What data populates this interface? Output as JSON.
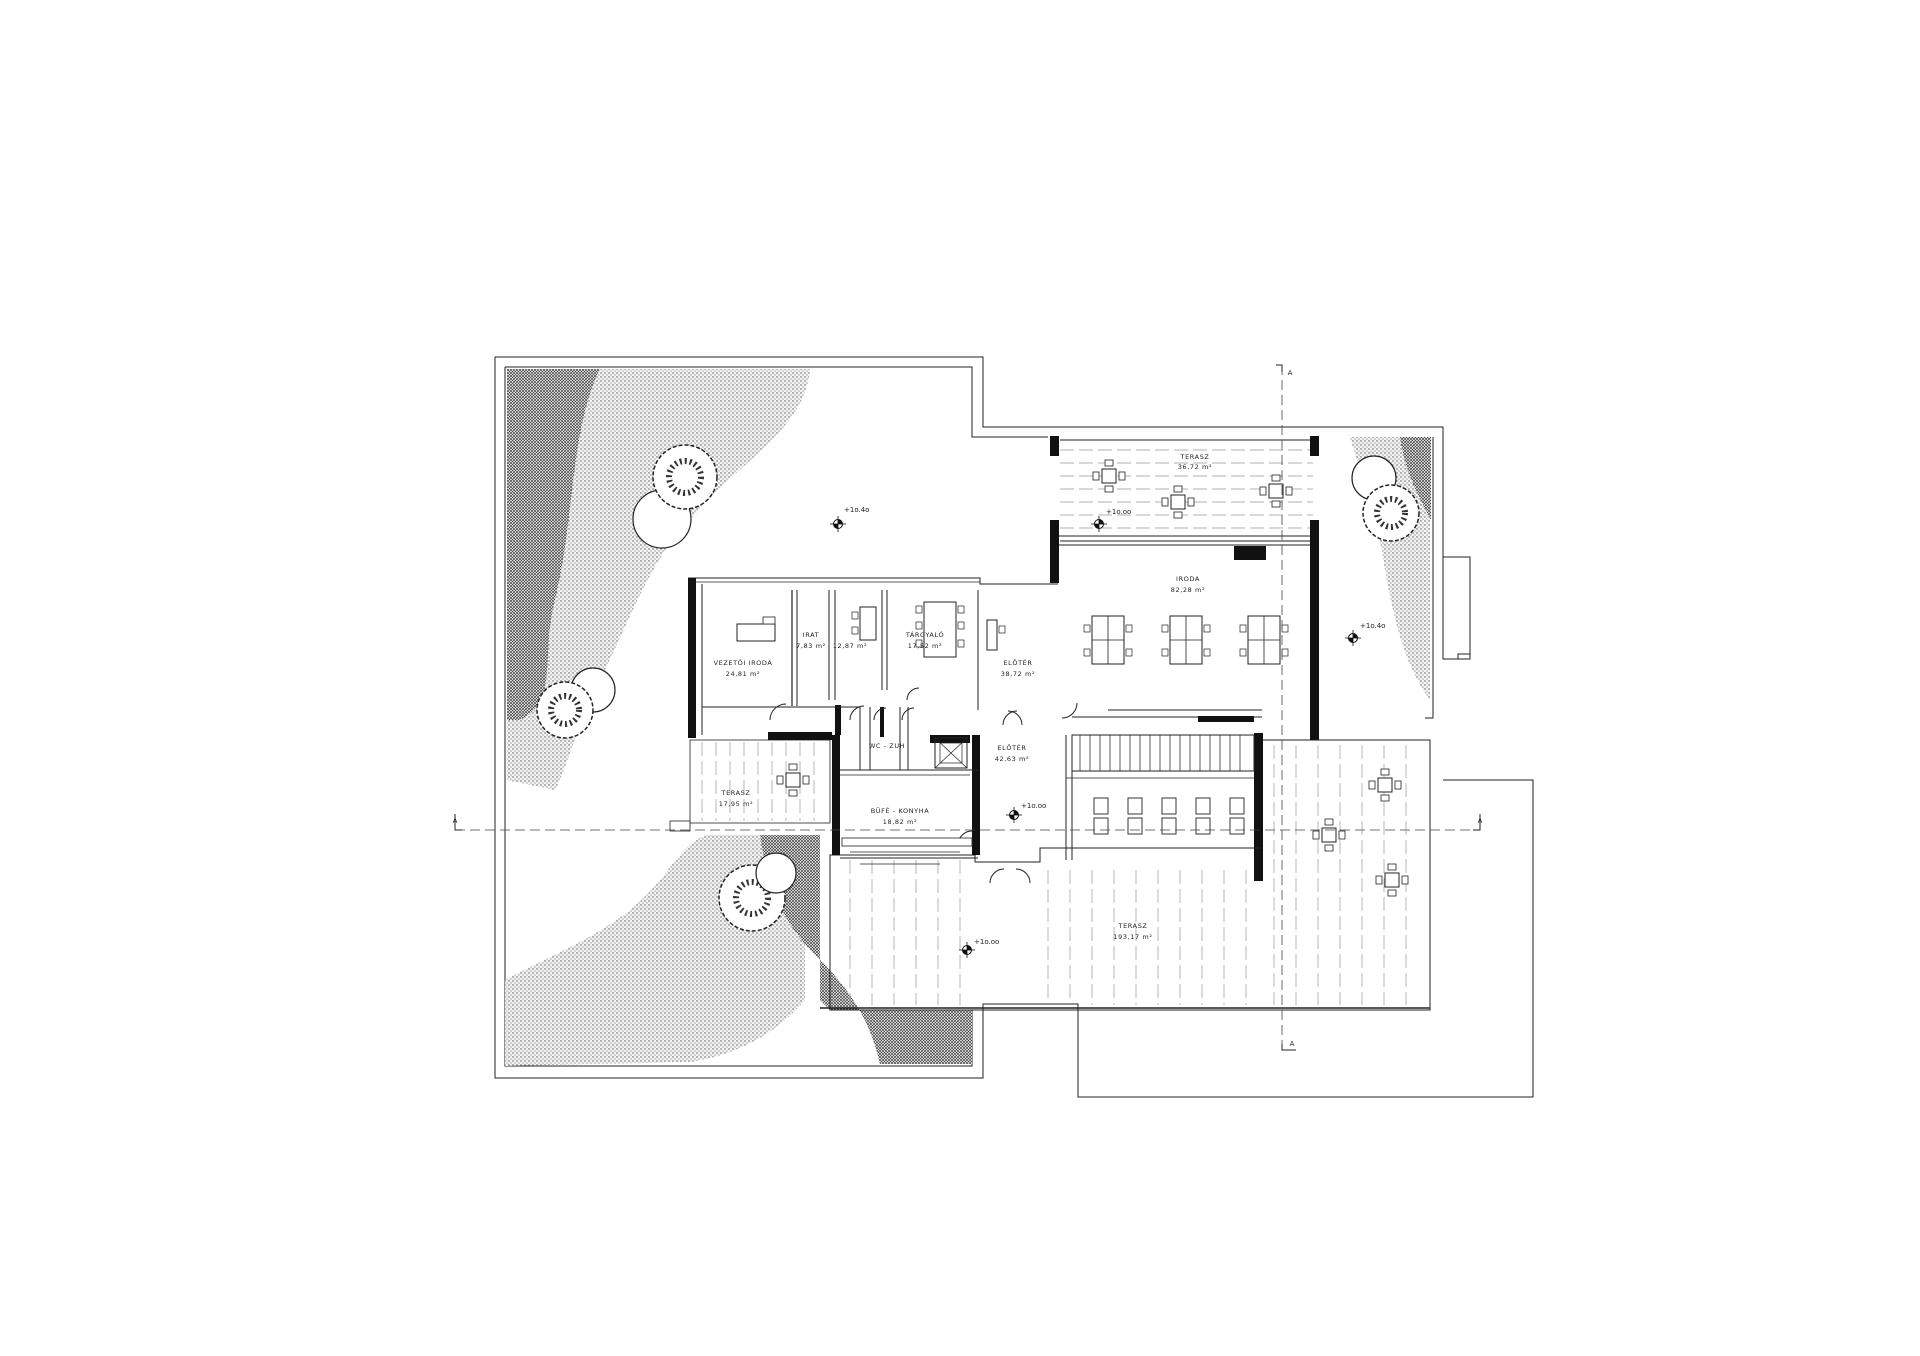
{
  "rooms": {
    "terasz_north": {
      "name": "TERASZ",
      "area": "36,72 m²"
    },
    "iroda": {
      "name": "IRODA",
      "area": "82,28 m²"
    },
    "vezetoi_iroda": {
      "name": "VEZETŐI IRODA",
      "area": "24,81 m²"
    },
    "irat": {
      "name": "IRAT",
      "area": "7,83 m²"
    },
    "small_room": {
      "name": "",
      "area": "12,87 m²"
    },
    "targyalo": {
      "name": "TÁRGYALÓ",
      "area": "17,52 m²"
    },
    "eloter_upper": {
      "name": "ELŐTÉR",
      "area": "38,72 m²"
    },
    "wc": {
      "name": "WC - ZUH",
      "area": ""
    },
    "eloter_lower": {
      "name": "ELŐTÉR",
      "area": "42,63 m²"
    },
    "terasz_west": {
      "name": "TERASZ",
      "area": "17,95 m²"
    },
    "bufe": {
      "name": "BÜFÉ - KONYHA",
      "area": "18,82 m²"
    },
    "terasz_south": {
      "name": "TERASZ",
      "area": "193,17 m²"
    }
  },
  "levels": {
    "garden_nw": "+1o.4o",
    "garden_e": "+1o.4o",
    "terrace_n": "+1o.oo",
    "eloter": "+1o.oo",
    "terrace_s": "+1o.oo"
  },
  "section_marks": {
    "horizontal": "A",
    "vertical": "A"
  }
}
